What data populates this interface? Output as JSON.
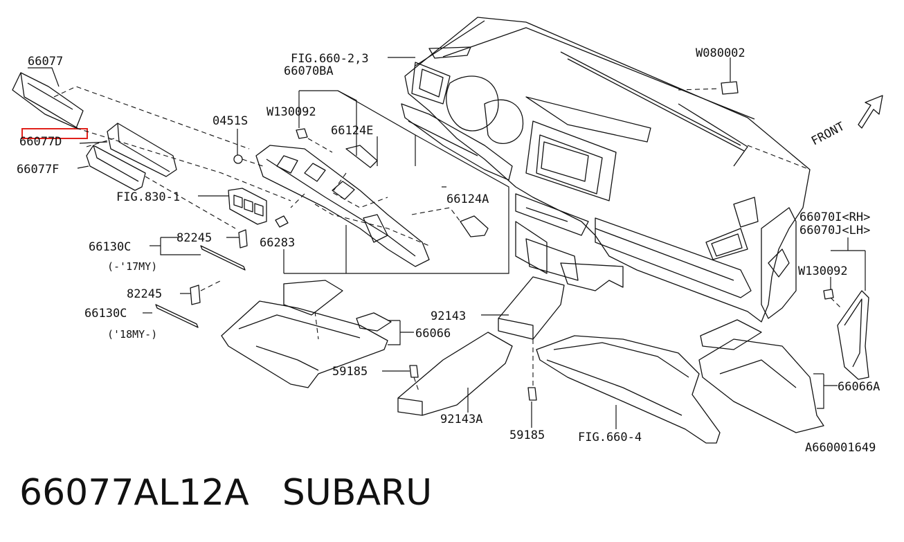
{
  "labels": {
    "p66077": "66077",
    "p66077D": "66077D",
    "p66077F": "66077F",
    "fig660_23": "FIG.660-2,3",
    "p66070BA": "66070BA",
    "w130092a": "W130092",
    "p0451S": "0451S",
    "p66124E": "66124E",
    "fig830_1": "FIG.830-1",
    "p66124A": "66124A",
    "p66130C_a": "66130C",
    "p82245_a": "82245",
    "p66283": "66283",
    "my17": "(-'17MY)",
    "p82245_b": "82245",
    "p66130C_b": "66130C",
    "my18": "('18MY-)",
    "w080002": "W080002",
    "front": "FRONT",
    "p66070I": "66070I<RH>",
    "p66070J": "66070J<LH>",
    "w130092b": "W130092",
    "p92143": "92143",
    "p66066": "66066",
    "p59185_a": "59185",
    "p92143A": "92143A",
    "p59185_b": "59185",
    "fig660_4": "FIG.660-4",
    "p66066A": "66066A",
    "drawing_id": "A660001649"
  },
  "footer": {
    "part_number": "66077AL12A",
    "brand": "SUBARU"
  },
  "colors": {
    "highlight": "#e0201a",
    "line": "#111111"
  }
}
